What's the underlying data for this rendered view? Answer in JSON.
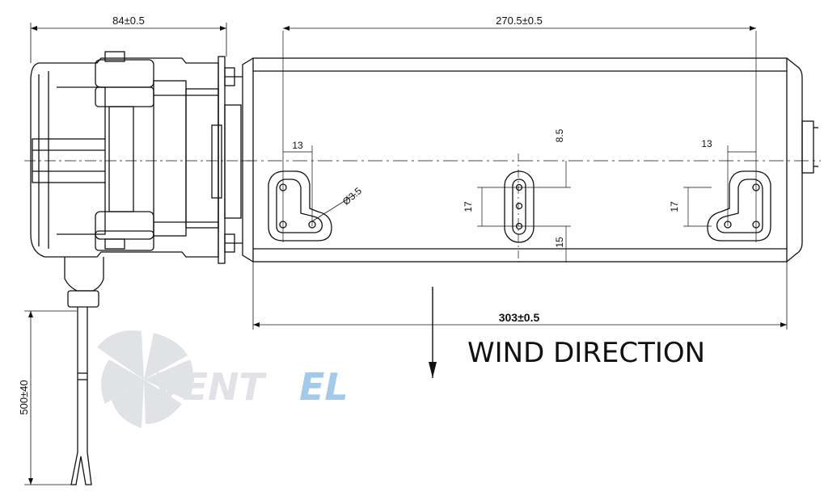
{
  "dimensions": {
    "motor_depth": "84±0.5",
    "hole_spacing": "270.5±0.5",
    "overall_length": "303±0.5",
    "cable_length": "500±40",
    "slot_offset_left": "13",
    "slot_offset_right": "13",
    "slot_height_center": "17",
    "slot_height_right": "17",
    "center_upper": "8.5",
    "center_lower": "15",
    "hole_diameter": "Ø3.5"
  },
  "labels": {
    "wind_direction": "WIND DIRECTION"
  },
  "watermark": {
    "brand": "VENTEL",
    "brand_part_a": "VENT",
    "brand_part_b": "EL"
  },
  "colors": {
    "line": "#111111",
    "watermark_gray": "#c9ccd0",
    "watermark_blue": "#5aa0d8"
  }
}
